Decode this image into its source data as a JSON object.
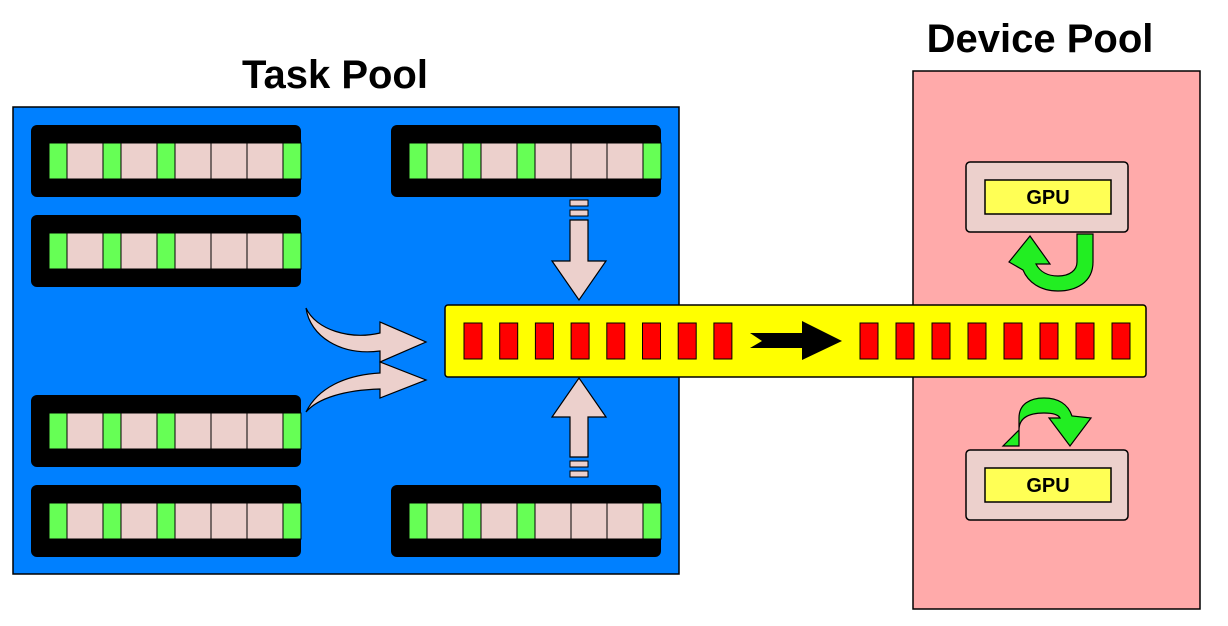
{
  "task_pool": {
    "title": "Task Pool",
    "fill_color": "#0080ff",
    "task_count": 6,
    "task_cell_pattern": [
      "green",
      "pink",
      "green",
      "pink",
      "green",
      "pink",
      "pink",
      "pink",
      "green"
    ]
  },
  "device_pool": {
    "title": "Device Pool",
    "fill_color": "#ffaaaa",
    "devices": [
      {
        "label": "GPU"
      },
      {
        "label": "GPU"
      }
    ]
  },
  "queue": {
    "fill_color": "#ffff00",
    "item_color": "#ff0000",
    "left_item_count": 8,
    "right_item_count": 8,
    "direction_icon": "right-arrow-icon"
  },
  "colors": {
    "task_bar": "#000000",
    "cell_active": "#66ff55",
    "cell_idle": "#ecd0cc",
    "inflow_arrow": "#ecd0cc",
    "cycle_arrow": "#22ee22",
    "gpu_box": "#ecd0cc",
    "gpu_label_bg": "#ffff55"
  }
}
